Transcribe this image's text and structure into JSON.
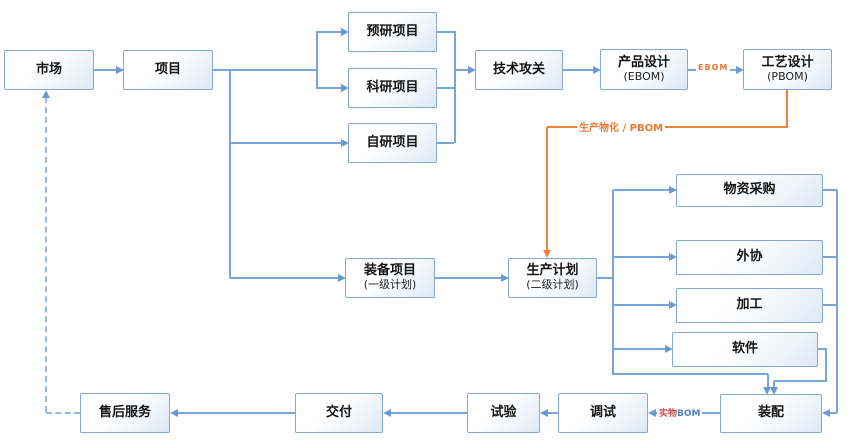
{
  "diagram": {
    "nodes": [
      {
        "id": "market",
        "label": "市场"
      },
      {
        "id": "project",
        "label": "项目"
      },
      {
        "id": "pre-research-project",
        "label": "预研项目"
      },
      {
        "id": "scientific-research-project",
        "label": "科研项目"
      },
      {
        "id": "self-research-project",
        "label": "自研项目"
      },
      {
        "id": "technical-tackling",
        "label": "技术攻关"
      },
      {
        "id": "product-design",
        "label": "产品设计",
        "sublabel": "(EBOM)"
      },
      {
        "id": "process-design",
        "label": "工艺设计",
        "sublabel": "(PBOM)"
      },
      {
        "id": "equipment-project",
        "label": "装备项目",
        "sublabel": "(一级计划)"
      },
      {
        "id": "production-plan",
        "label": "生产计划",
        "sublabel": "(二级计划)"
      },
      {
        "id": "material-procurement",
        "label": "物资采购"
      },
      {
        "id": "outsourcing",
        "label": "外协"
      },
      {
        "id": "machining",
        "label": "加工"
      },
      {
        "id": "software",
        "label": "软件"
      },
      {
        "id": "assembly",
        "label": "装配"
      },
      {
        "id": "debugging",
        "label": "调试"
      },
      {
        "id": "testing",
        "label": "试验"
      },
      {
        "id": "delivery",
        "label": "交付"
      },
      {
        "id": "after-sales-service",
        "label": "售后服务"
      }
    ],
    "edge_labels": {
      "ebom": "EBOM",
      "production_materialization": "生产物化 / PBOM",
      "physical_bom_cn": "实物",
      "physical_bom_en": "BOM"
    },
    "colors": {
      "connector_blue": "#7aa5d8",
      "accent_orange": "#ed8136",
      "physical_bom_red": "#c0504d",
      "physical_bom_blue": "#4f81bd"
    }
  }
}
